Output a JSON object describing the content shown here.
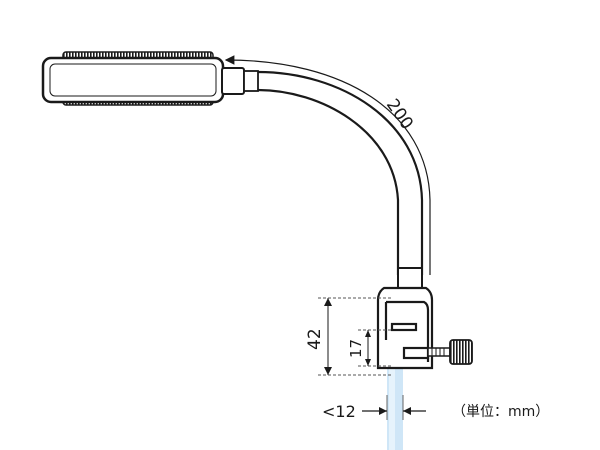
{
  "diagram": {
    "dimensions": {
      "arm_length": "200",
      "clamp_height": "42",
      "clamp_opening": "17",
      "glass_thickness": "<12"
    },
    "unit_note": "（単位：mm）"
  },
  "colors": {
    "stroke": "#1a1a1a",
    "dim_line": "#444444",
    "glass": "#cfe6f7",
    "glass_edge": "#a9d0ee"
  }
}
